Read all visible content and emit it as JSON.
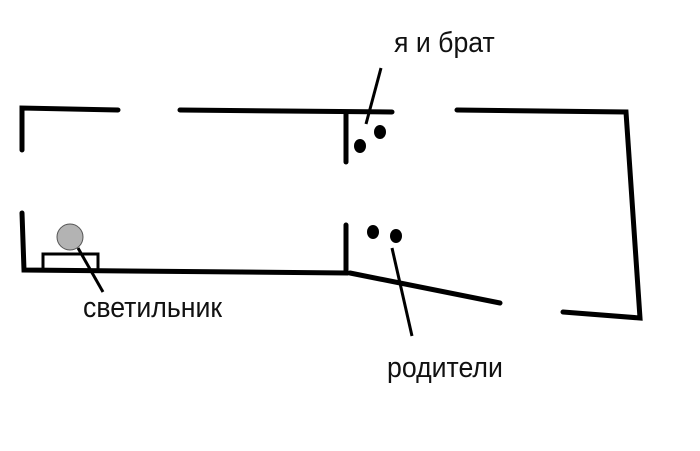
{
  "labels": {
    "me_and_brother": "я и брат",
    "lamp": "светильник",
    "parents": "родители"
  },
  "colors": {
    "wall": "#000000",
    "lamp": "#b3b3b3"
  }
}
